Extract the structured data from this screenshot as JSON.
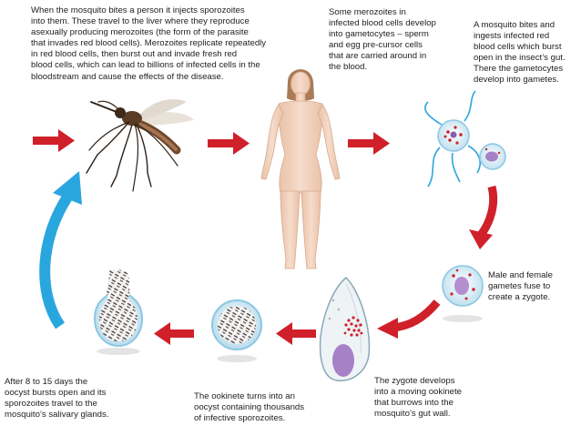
{
  "captions": {
    "mosquito_bite": "When the mosquito bites a person it injects sporozoites\ninto them. These travel to the liver where they reproduce\nasexually producing merozoites (the form of the parasite\nthat invades red blood cells). Merozoites replicate repeatedly\nin red blood cells, then burst out and invade fresh red\nblood cells, which can lead to billions of infected cells in the\nbloodstream and cause the effects of the disease.",
    "gametocytes": "Some merozoites in\ninfected blood cells develop\ninto gametocytes – sperm\nand egg pre-cursor cells\nthat are carried around in\nthe blood.",
    "mosquito_ingests": "A mosquito bites and\ningests infected red\nblood cells which burst\nopen in the insect’s gut.\nThere the gametocytes\ndevelop into gametes.",
    "zygote": "Male and female\ngametes fuse to\ncreate a zygote.",
    "ookinete": "The zygote develops\ninto a moving ookinete\nthat burrows into the\nmosquito’s gut wall.",
    "oocyst": "The ookinete turns into an\noocyst containing thousands\nof infective sporozoites.",
    "burst": "After 8 to 15 days the\noocyst bursts open and its\nsporozoites travel to the\nmosquito’s salivary glands."
  },
  "colors": {
    "arrow_red": "#d0202a",
    "arrow_blue": "#2aa6df",
    "skin": "#f2d3bd",
    "cell_pink": "#c9a7d6",
    "cell_blue": "#cfe7f2",
    "sporozoite": "#4a3b35"
  }
}
